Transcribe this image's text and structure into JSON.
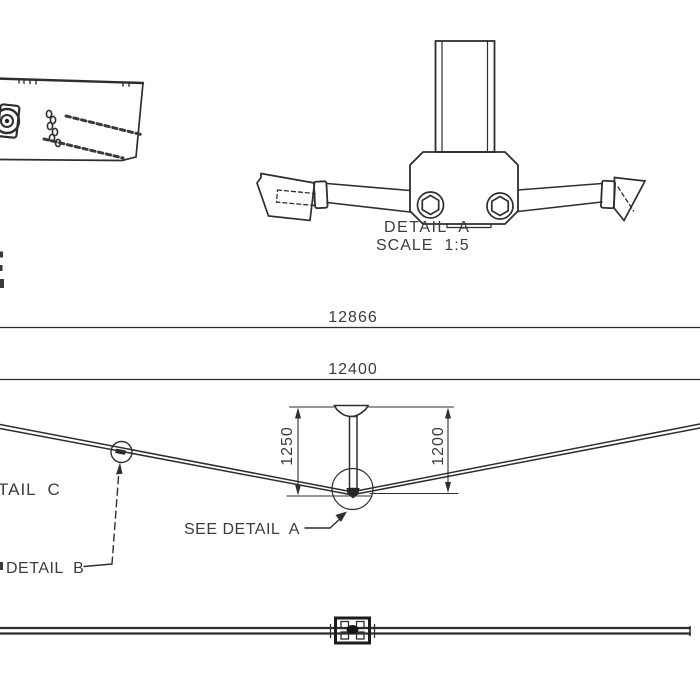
{
  "drawing": {
    "colors": {
      "background": "#ffffff",
      "line": "#2e2e2e",
      "text": "#3c3c3c"
    },
    "detail_view": {
      "title": "DETAIL  A",
      "scale": "SCALE  1:5"
    },
    "dimensions": {
      "overall_width": "12866",
      "inner_width": "12400",
      "left_drop": "1250",
      "right_drop": "1200"
    },
    "callouts": {
      "detail_c_partial": "TAIL  C",
      "see_detail_a": "SEE DETAIL  A",
      "detail_b": "DETAIL  B"
    }
  }
}
